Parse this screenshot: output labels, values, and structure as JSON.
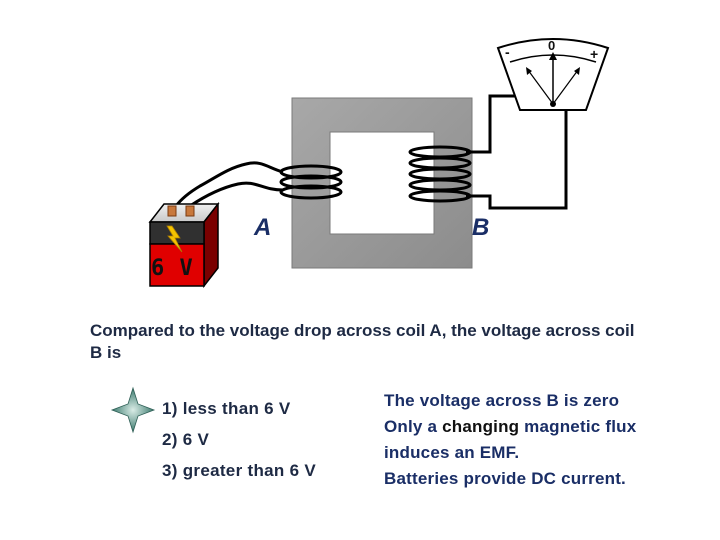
{
  "diagram": {
    "coil_a_label": "A",
    "coil_b_label": "B",
    "battery_label": "6 V",
    "meter": {
      "minus": "-",
      "zero": "0",
      "plus": "+"
    }
  },
  "question": {
    "text": "Compared to the voltage drop across coil A, the voltage across coil B is"
  },
  "options": [
    {
      "label": "1)  less than 6 V",
      "selected": true
    },
    {
      "label": "2)  6 V",
      "selected": false
    },
    {
      "label": "3)  greater than 6 V",
      "selected": false
    }
  ],
  "explanation": {
    "line1": "The voltage across B is zero",
    "line2_pre": "Only a ",
    "line2_hl": "changing",
    "line2_post": " magnetic flux",
    "line3": "induces an EMF.",
    "line4": "Batteries provide DC current."
  },
  "colors": {
    "core": "#9a9a9a",
    "battery_red": "#e00000",
    "text": "#1e2a44",
    "marker_star": "#3c7a6e"
  }
}
